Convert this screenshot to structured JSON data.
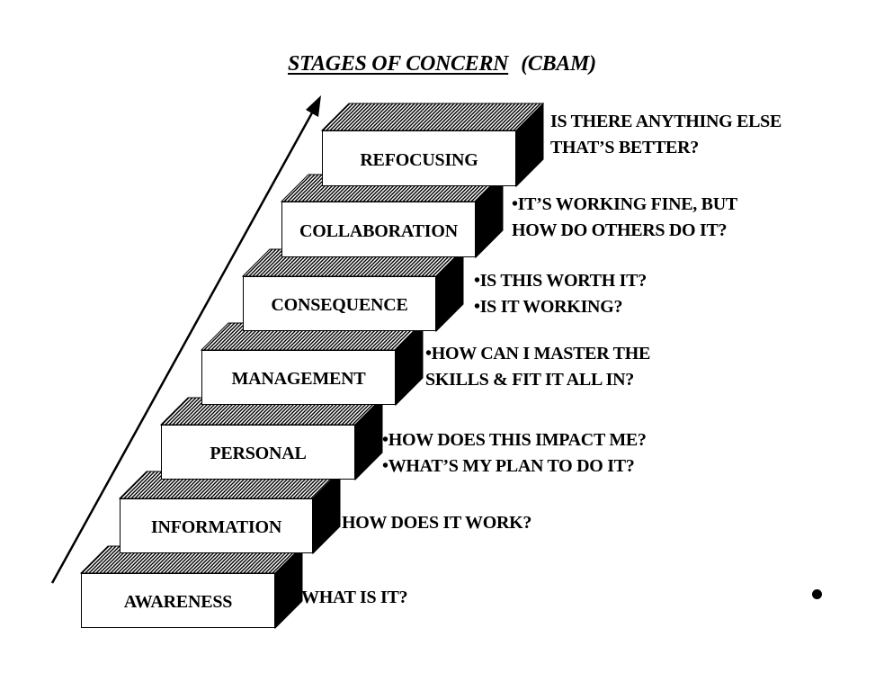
{
  "title": {
    "main": "STAGES OF CONCERN",
    "sub": "(CBAM)"
  },
  "stages": [
    {
      "label": "AWARENESS",
      "concern": [
        "WHAT IS IT?"
      ]
    },
    {
      "label": "INFORMATION",
      "concern": [
        "HOW DOES IT WORK?"
      ]
    },
    {
      "label": "PERSONAL",
      "concern": [
        "•HOW DOES THIS IMPACT ME?",
        "•WHAT’S MY PLAN TO DO IT?"
      ]
    },
    {
      "label": "MANAGEMENT",
      "concern": [
        "•HOW CAN I MASTER THE",
        "SKILLS & FIT IT ALL IN?"
      ]
    },
    {
      "label": "CONSEQUENCE",
      "concern": [
        "•IS THIS WORTH IT?",
        "•IS IT WORKING?"
      ]
    },
    {
      "label": "COLLABORATION",
      "concern": [
        "•IT’S WORKING FINE, BUT",
        " HOW DO OTHERS DO IT?"
      ]
    },
    {
      "label": "REFOCUSING",
      "concern": [
        "IS THERE ANYTHING ELSE",
        "THAT’S BETTER?"
      ]
    }
  ],
  "colors": {
    "ink": "#000000",
    "paper": "#ffffff",
    "step_top_hatch": "#9a9a9a",
    "step_side": "#000000"
  },
  "icons": {
    "progress_arrow": "arrow-up-right-icon",
    "bullet": "dot-icon"
  }
}
